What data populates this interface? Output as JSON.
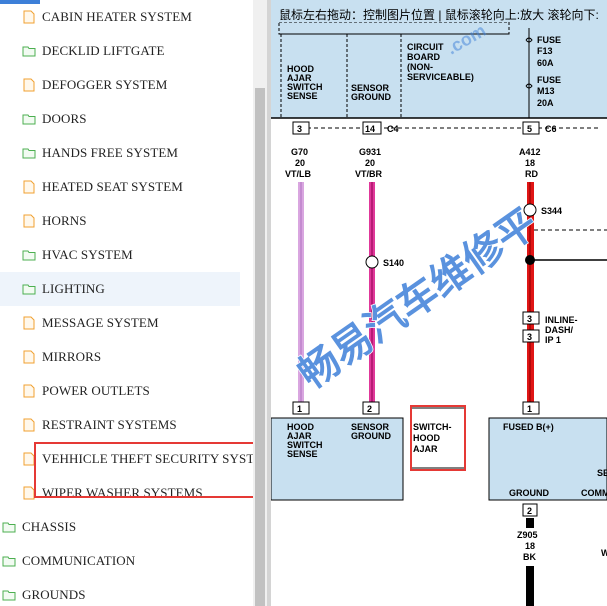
{
  "sidebar": {
    "items": [
      {
        "label": "CABIN HEATER SYSTEM",
        "type": "file"
      },
      {
        "label": "DECKLID LIFTGATE",
        "type": "folder"
      },
      {
        "label": "DEFOGGER SYSTEM",
        "type": "file"
      },
      {
        "label": "DOORS",
        "type": "folder"
      },
      {
        "label": "HANDS FREE SYSTEM",
        "type": "folder"
      },
      {
        "label": "HEATED SEAT SYSTEM",
        "type": "file"
      },
      {
        "label": "HORNS",
        "type": "file"
      },
      {
        "label": "HVAC SYSTEM",
        "type": "folder"
      },
      {
        "label": "LIGHTING",
        "type": "folder"
      },
      {
        "label": "MESSAGE SYSTEM",
        "type": "file"
      },
      {
        "label": "MIRRORS",
        "type": "file"
      },
      {
        "label": "POWER OUTLETS",
        "type": "file"
      },
      {
        "label": "RESTRAINT SYSTEMS",
        "type": "file"
      },
      {
        "label": "VEHHICLE THEFT SECURITY SYSTEM",
        "type": "file"
      },
      {
        "label": "WIPER WASHER SYSTEMS",
        "type": "file"
      }
    ],
    "top_items": [
      {
        "label": "CHASSIS"
      },
      {
        "label": "COMMUNICATION"
      },
      {
        "label": "GROUNDS"
      }
    ]
  },
  "viewer": {
    "hint": "鼠标左右拖动：控制图片位置 | 鼠标滚轮向上:放大  滚轮向下:"
  },
  "diagram": {
    "fuse_f13": "FUSE",
    "fuse_f13_id": "F13",
    "fuse_f13_amp": "60A",
    "fuse_m13": "FUSE",
    "fuse_m13_id": "M13",
    "fuse_m13_amp": "20A",
    "circuit_board": [
      "CIRCUIT",
      "BOARD",
      "(NON-",
      "SERVICEABLE)"
    ],
    "hood_ajar_top": [
      "HOOD",
      "AJAR",
      "SWITCH",
      "SENSE"
    ],
    "sensor_ground_top": [
      "SENSOR",
      "GROUND"
    ],
    "pin3": "3",
    "pin14": "14",
    "pin5": "5",
    "c4": "C4",
    "c6": "C6",
    "w1": [
      "G70",
      "20",
      "VT/LB"
    ],
    "w2": [
      "G931",
      "20",
      "VT/BR"
    ],
    "w3": [
      "A412",
      "18",
      "RD"
    ],
    "s140": "S140",
    "s344": "S344",
    "inline": [
      "INLINE-",
      "DASH/",
      "IP 1"
    ],
    "pin_in3a": "3",
    "pin_in3b": "3",
    "pin_b1": "1",
    "pin_b2": "2",
    "pin_b3": "1",
    "hood_ajar_bottom": [
      "HOOD",
      "AJAR",
      "SWITCH",
      "SENSE"
    ],
    "sensor_ground_bottom": [
      "SENSOR",
      "GROUND"
    ],
    "switch_hood": [
      "SWITCH-",
      "HOOD",
      "AJAR"
    ],
    "fused_b": "FUSED B(+)",
    "ground": "GROUND",
    "comm": "COMM",
    "se": "SE",
    "pin_g2": "2",
    "w4": [
      "Z905",
      "18",
      "BK"
    ],
    "w5": "W",
    "watermark": "畅易汽车维修平",
    "watermark_url": ".com"
  },
  "colors": {
    "wire_violet": "#d9a6e0",
    "wire_pink": "#e0389a",
    "wire_red": "#e01515",
    "box_blue": "#c8e0f0",
    "watermark": "#3d7fd8",
    "highlight": "#e53935",
    "folder_green": "#4caf50",
    "file_orange": "#f0a030"
  }
}
